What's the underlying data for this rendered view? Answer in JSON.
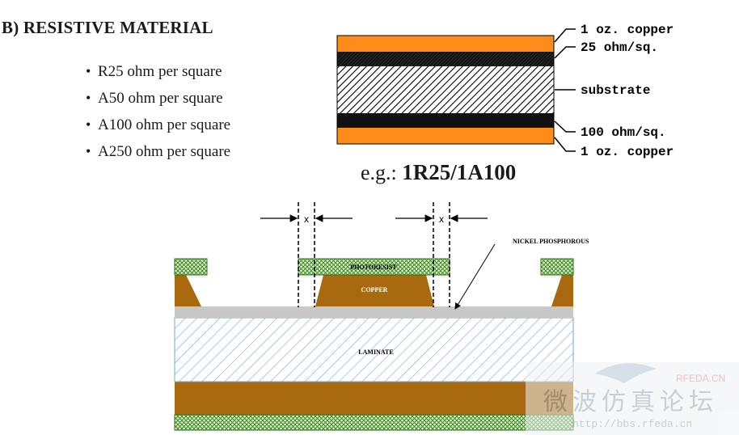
{
  "heading": "B) RESISTIVE MATERIAL",
  "bullets": [
    "R25 ohm per square",
    "A50 ohm per square",
    "A100 ohm per square",
    "A250 ohm per square"
  ],
  "stack": {
    "labels": [
      "1 oz. copper",
      "25 ohm/sq.",
      "substrate",
      "100 ohm/sq.",
      "1 oz. copper"
    ]
  },
  "example": {
    "prefix": "e.g.:",
    "value": "1R25/1A100"
  },
  "process": {
    "x_label": "x",
    "nickel_label": "NICKEL PHOSPHOROUS",
    "photoresist_label": "PHOTORESIST",
    "copper_label": "COPPER",
    "laminate_label": "LAMINATE"
  },
  "watermark": {
    "brand": "RFEDA.CN",
    "title": "微波仿真论坛",
    "url": "http://bbs.rfeda.cn"
  },
  "colors": {
    "copper_orange": "#ff8c1a",
    "copper_brown": "#a8690f",
    "photoresist_green": "#7bb94a",
    "nickel_gray": "#c8c8c8",
    "laminate_blue": "#6fa8dc"
  }
}
